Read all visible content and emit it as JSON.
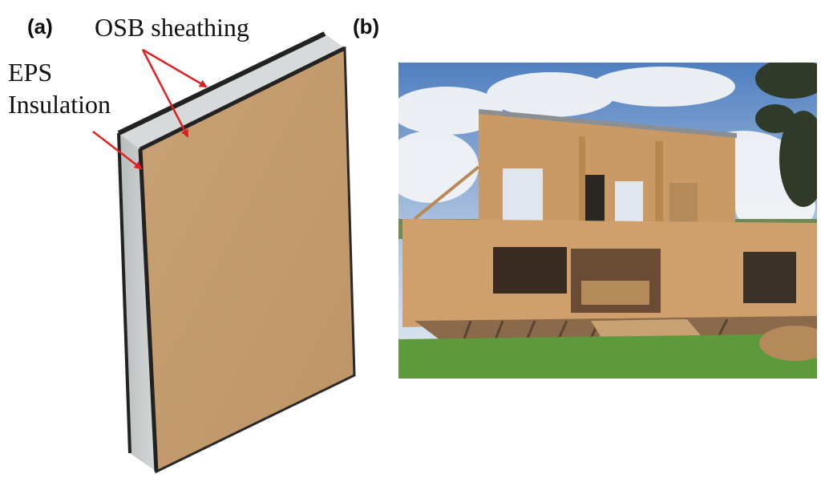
{
  "panel_a": {
    "label": "(a)",
    "osb_label": "OSB sheathing",
    "eps_label_line1": "EPS",
    "eps_label_line2": "Insulation"
  },
  "panel_b": {
    "label": "(b)"
  },
  "colors": {
    "osb": "#c49a6c",
    "eps": "#c9cdcd",
    "arrow": "#e02020",
    "sky": "#7fa6d6",
    "grass": "#5c9a3c"
  }
}
